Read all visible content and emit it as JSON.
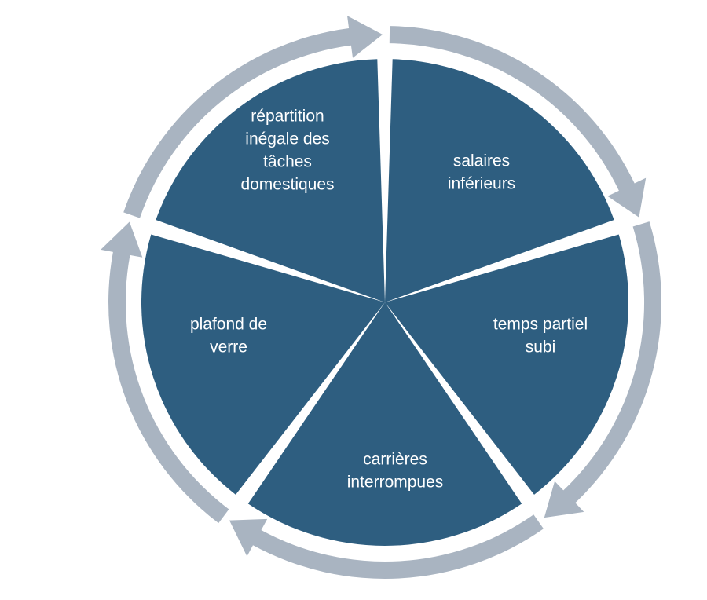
{
  "diagram": {
    "type": "cycle",
    "segments": [
      {
        "id": "salaires",
        "lines": [
          "salaires",
          "inférieurs"
        ]
      },
      {
        "id": "temps-partiel",
        "lines": [
          "temps partiel",
          "subi"
        ]
      },
      {
        "id": "carrieres",
        "lines": [
          "carrières",
          "interrompues"
        ]
      },
      {
        "id": "plafond",
        "lines": [
          "plafond de",
          "verre"
        ]
      },
      {
        "id": "repartition",
        "lines": [
          "répartition",
          "inégale des",
          "tâches",
          "domestiques"
        ]
      }
    ]
  },
  "colors": {
    "segment": "#2e5e80",
    "arrow": "#a9b4c1",
    "background": "#ffffff"
  }
}
